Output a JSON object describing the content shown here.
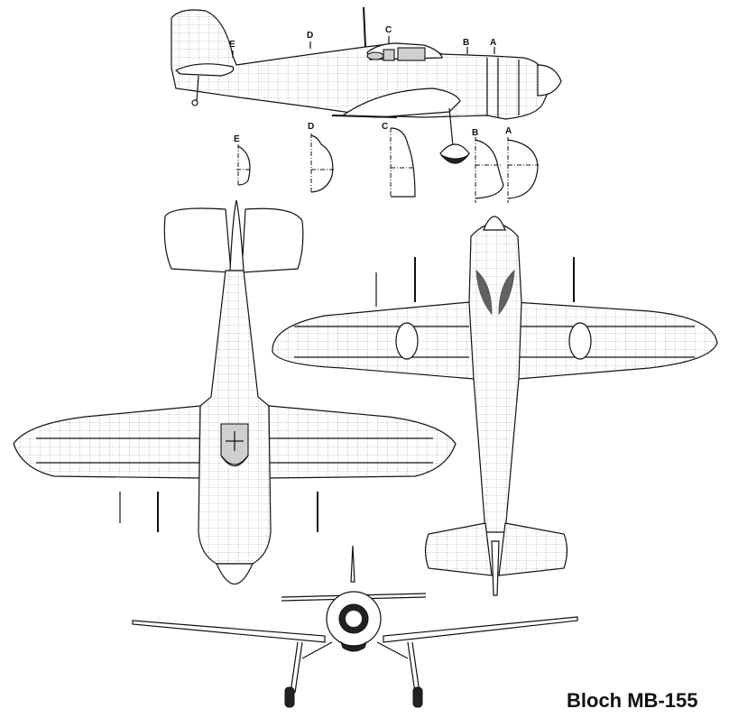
{
  "title": "Bloch MB-155",
  "views": {
    "side": {
      "name": "Side profile"
    },
    "sections": {
      "name": "Cross-sections"
    },
    "top": {
      "name": "Top (plan) view"
    },
    "bottom": {
      "name": "Bottom (underside) view"
    },
    "front": {
      "name": "Front view"
    }
  },
  "station_labels": [
    "A",
    "B",
    "C",
    "D",
    "E"
  ],
  "side_labels": {
    "E": "E",
    "D": "D",
    "C": "C",
    "B": "B",
    "A": "A"
  },
  "section_labels": {
    "E": "E",
    "D": "D",
    "C": "C",
    "B": "B",
    "A": "A"
  },
  "colors": {
    "line": "#111111",
    "glass": "#cfcfcf",
    "background": "#ffffff"
  }
}
